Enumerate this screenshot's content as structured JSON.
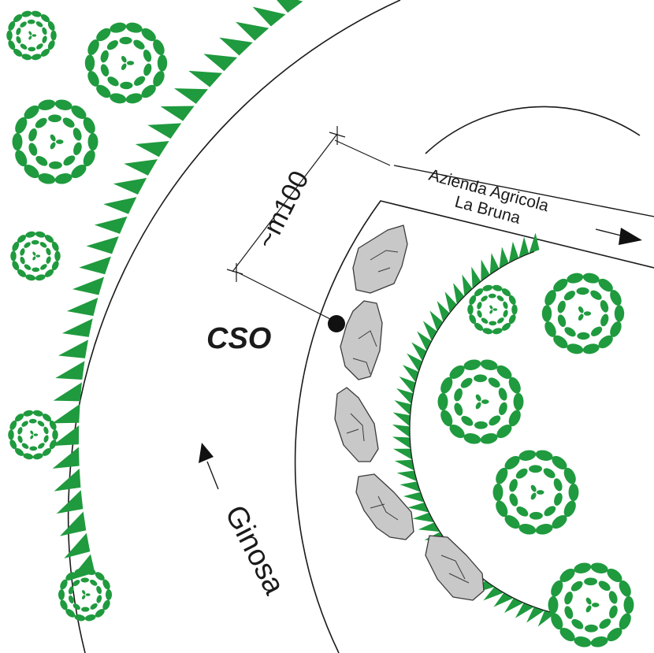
{
  "labels": {
    "station": "CSO",
    "road_left": "Ginosa",
    "farm_line1": "Azienda Agricola",
    "farm_line2": "La Bruna",
    "distance": "~m100"
  },
  "colors": {
    "vegetation": "#1f9a3e",
    "rock_fill": "#c8c8c8",
    "rock_stroke": "#3a3a3a",
    "line": "#1a1a1a"
  },
  "icons": [
    "tree-icon",
    "rock-icon",
    "arrow-icon",
    "station-dot-icon",
    "tick-icon"
  ]
}
